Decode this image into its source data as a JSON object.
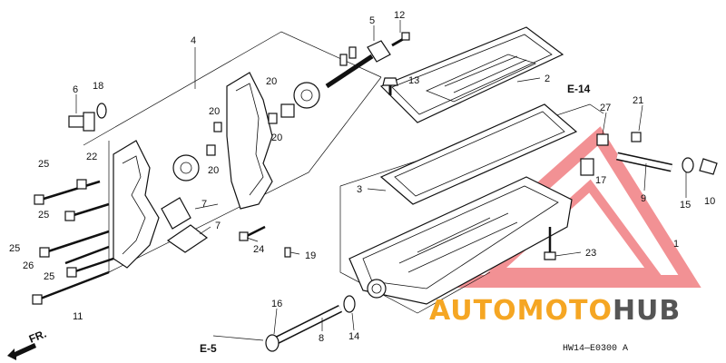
{
  "callouts": {
    "c1": "1",
    "c2": "2",
    "c3": "3",
    "c4": "4",
    "c5": "5",
    "c6": "6",
    "c7a": "7",
    "c7b": "7",
    "c8": "8",
    "c9": "9",
    "c10": "10",
    "c11": "11",
    "c12": "12",
    "c13": "13",
    "c14": "14",
    "c15": "15",
    "c16": "16",
    "c17": "17",
    "c18": "18",
    "c19": "19",
    "c20a": "20",
    "c20b": "20",
    "c20c": "20",
    "c20d": "20",
    "c21": "21",
    "c22": "22",
    "c23": "23",
    "c24": "24",
    "c25a": "25",
    "c25b": "25",
    "c25c": "25",
    "c25d": "25",
    "c26": "26",
    "c27": "27"
  },
  "refs": {
    "e14": "E-14",
    "e5": "E-5"
  },
  "direction": {
    "fr": "FR."
  },
  "diagram_code": "HW14—E0300 A",
  "watermark": {
    "part1": "AUTOMOTO",
    "part2": "HUB",
    "color_part1": "#f5a623",
    "color_part2": "#555555",
    "triangle_color": "#e8383d"
  }
}
